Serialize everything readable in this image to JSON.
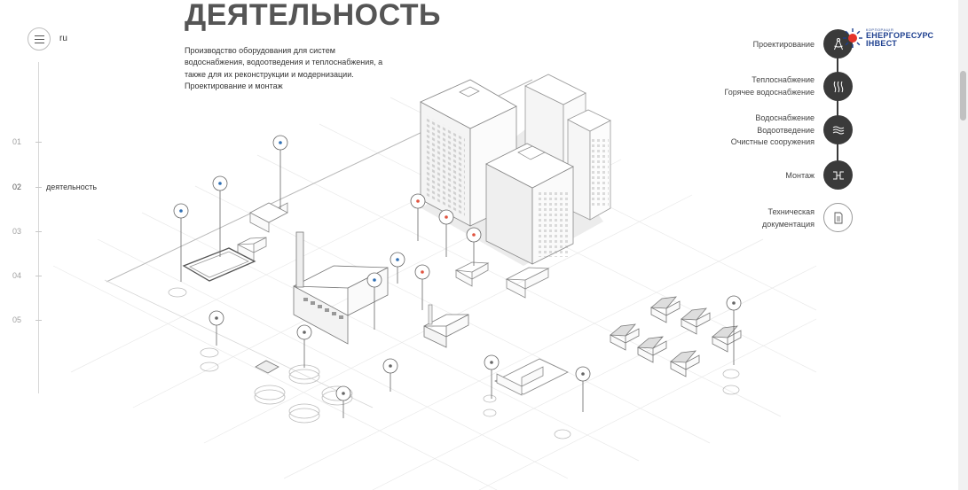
{
  "header": {
    "title": "ДЕЯТЕЛЬНОСТЬ",
    "description": "Производство оборудования для систем водоснабжения, водоотведения и теплоснабжения, а также для их реконструкции и модернизации. Проектирование и монтаж"
  },
  "topbar": {
    "language": "ru"
  },
  "nav": {
    "items": [
      {
        "num": "01",
        "label": ""
      },
      {
        "num": "02",
        "label": "деятельность"
      },
      {
        "num": "03",
        "label": ""
      },
      {
        "num": "04",
        "label": ""
      },
      {
        "num": "05",
        "label": ""
      }
    ]
  },
  "services": {
    "items": [
      {
        "lines": [
          "Проектирование"
        ],
        "icon": "compass-icon"
      },
      {
        "lines": [
          "Теплоснабжение",
          "Горячее водоснабжение"
        ],
        "icon": "heat-waves-icon"
      },
      {
        "lines": [
          "Водоснабжение",
          "Водоотведение",
          "Очистные сооружения"
        ],
        "icon": "water-waves-icon"
      },
      {
        "lines": [
          "Монтаж"
        ],
        "icon": "pipe-joint-icon"
      },
      {
        "lines": [
          "Техническая",
          "документация"
        ],
        "icon": "document-icon"
      }
    ]
  },
  "logo": {
    "small": "КОРПОРАЦІЯ",
    "line1": "ЕНЕРГОРЕСУРС",
    "line2": "ІНВЕСТ",
    "colors": {
      "blue": "#1d3f8f",
      "red": "#e5332a"
    }
  },
  "colors": {
    "marker_blue": "#2f6fb4",
    "marker_red": "#e0533f",
    "dark": "#3a3a3a"
  }
}
